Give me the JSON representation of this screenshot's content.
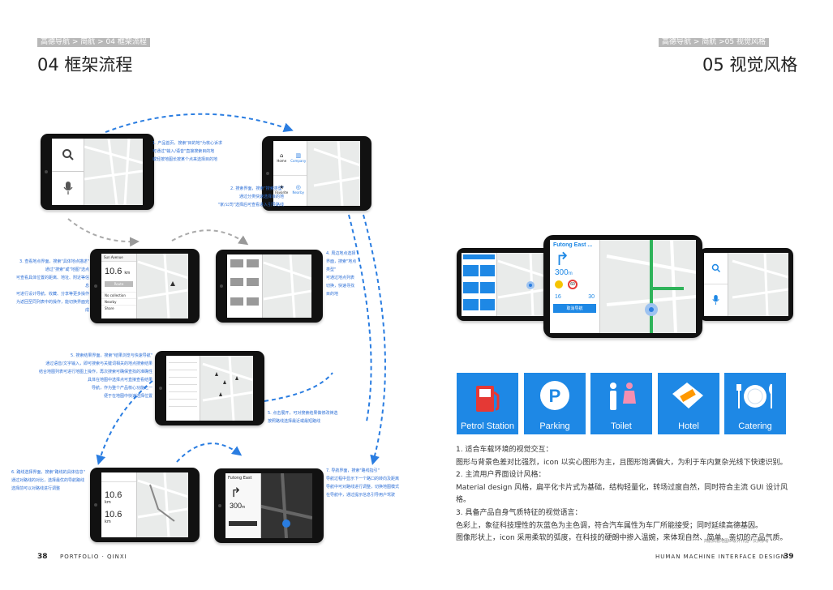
{
  "left_page": {
    "breadcrumb": "高德导航 > 简航 > 04 框架流程",
    "title": "04 框架流程",
    "page_number": "38",
    "footer": "PORTFOLIO · QINXI",
    "annotations": [
      "1. 产品首页，搜索\"目的地\"为核心诉求\n可通过\"输入/语音\"直接搜索目的地\n或轻按地图长按某个点来选择目的地",
      "2. 搜索界面，搜索\"搜索类型\"\n通过分类快速选择目的地\n\"家/公司\"选择后可查看进入引导路线",
      "3. 查看地点界面，搜索\"具体地点描述\"\n通过\"搜索\"或\"地图\"选点\n可查看具体位置的距离、地址、附近等信息\n可进行设计导航、收藏、分享等更多操作\n为返回至同列表中的操作，能切换界面完成",
      "4. 周边地点选择\n界面，搜索\"地点\n类型\"\n可通过地点列表\n切换，快速寻找\n目的地",
      "5. 搜索结果界面，搜索\"结果浏览与快速导航\"\n通过语音/文字输入，即可搜索与关键词相关的地点搜索结果\n结合地图列表可进行地图上操作，再次搜索可确保查找的准确性\n具体在地图中选择点可直接查看结果\n导航，作为整个产品核心功能之一\n便于在地图中快速选择位置",
      "5. 点击展开，可对搜索结果做修改筛选\n按照路线选择最近或最短路线",
      "6. 路线选择界面，搜索\"路线的具体信息\"\n通过对路线的对比，选择最优的导航路线\n选择前可以对路线进行调整",
      "7. 导航界面，搜索\"路线指引\"\n导航过程中显示下一个路口的转向及距离\n导航中可对路线进行调整，切换地图模式\n在导航中，通过提示信息引导用户驾驶"
    ],
    "screens": {
      "home": {
        "buttons": [
          "search",
          "microphone"
        ]
      },
      "category": {
        "items": [
          "Home",
          "Company",
          "Favorite",
          "Nearby"
        ]
      },
      "place": {
        "header": "Sun Avenue",
        "distance": "10.6",
        "unit": "km",
        "route_button": "Route",
        "list": [
          "No collection",
          "Nearby",
          "Share"
        ]
      },
      "route": {
        "distance": "10.6",
        "unit": "km"
      },
      "navigation": {
        "street": "Futong East",
        "distance": "300",
        "unit": "m"
      }
    }
  },
  "right_page": {
    "breadcrumb": "高德导航 > 简航 >05 视觉风格",
    "title": "05 视觉风格",
    "page_number": "39",
    "footer": "HUMAN MACHINE INTERFACE DESIGN",
    "small_note": "简航高德地图UI设计作品 · 仅供参考",
    "hero": {
      "center": {
        "street": "Futong East ...",
        "distance": "300",
        "unit": "m",
        "eta1": "16",
        "eta2": "30",
        "cancel": "取消导航",
        "speed": "60"
      }
    },
    "icons": [
      {
        "label": "Petrol Station",
        "icon": "petrol-pump-icon"
      },
      {
        "label": "Parking",
        "icon": "parking-icon"
      },
      {
        "label": "Toilet",
        "icon": "toilet-icon"
      },
      {
        "label": "Hotel",
        "icon": "hotel-icon"
      },
      {
        "label": "Catering",
        "icon": "catering-icon"
      }
    ],
    "text": {
      "h1": "1. 适合车载环境的视觉交互：",
      "p1": "图形与背景色差对比强烈，icon 以实心图形为主，且图形饱满偏大，为利于车内复杂光线下快速识别。",
      "h2": "2. 主流用户界面设计风格：",
      "p2": "Material design 风格，扁平化卡片式为基础，结构轻量化，转场过度自然，同时符合主流 GUI 设计风格。",
      "h3": "3. 具备产品自身气质特征的视觉语言：",
      "p3": "色彩上，象征科技理性的灰蓝色为主色调，符合汽车属性为车厂所能接受；同时延续高德基因。",
      "p4": "图像形状上，icon 采用柔软的弧度，在科技的硬朗中掺入温婉，来体现自然、简单、亲切的产品气质。"
    }
  },
  "colors": {
    "accent": "#1e88e5",
    "annotation": "#2b6ed6",
    "crumb_bg": "#b8b8b8"
  }
}
